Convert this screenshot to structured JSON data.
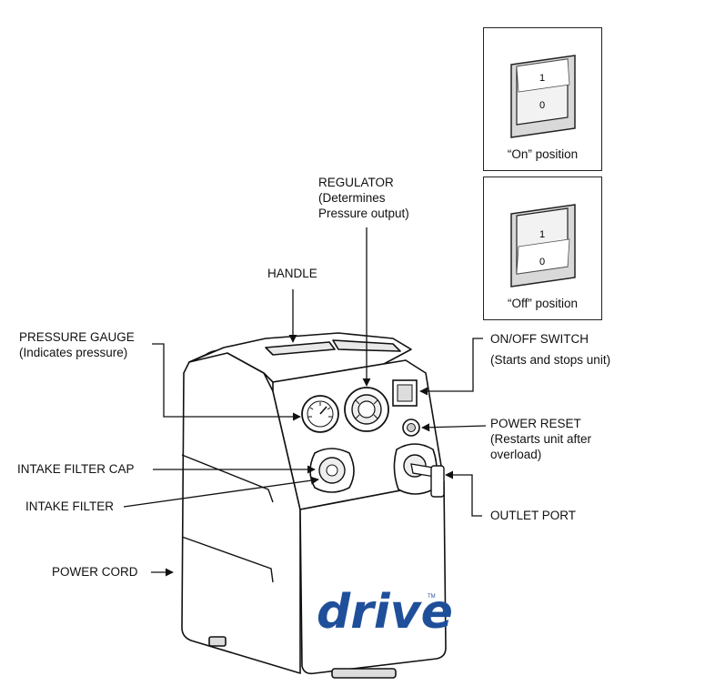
{
  "labels": {
    "regulator": [
      "REGULATOR",
      "(Determines",
      "Pressure output)"
    ],
    "handle": "HANDLE",
    "pressure_gauge": [
      "PRESSURE GAUGE",
      "(Indicates pressure)"
    ],
    "onoff_switch": [
      "ON/OFF SWITCH",
      "(Starts and stops unit)"
    ],
    "power_reset": [
      "POWER RESET",
      "(Restarts unit after",
      "overload)"
    ],
    "intake_filter_cap": "INTAKE FILTER CAP",
    "intake_filter": "INTAKE FILTER",
    "outlet_port": "OUTLET PORT",
    "power_cord": "POWER CORD"
  },
  "switch_panels": {
    "on_caption": "“On” position",
    "off_caption": "“Off” position",
    "symbol_on": "1",
    "symbol_off": "0"
  },
  "brand": {
    "logo_text": "drive",
    "tm": "TM",
    "color": "#1f4f9a"
  }
}
